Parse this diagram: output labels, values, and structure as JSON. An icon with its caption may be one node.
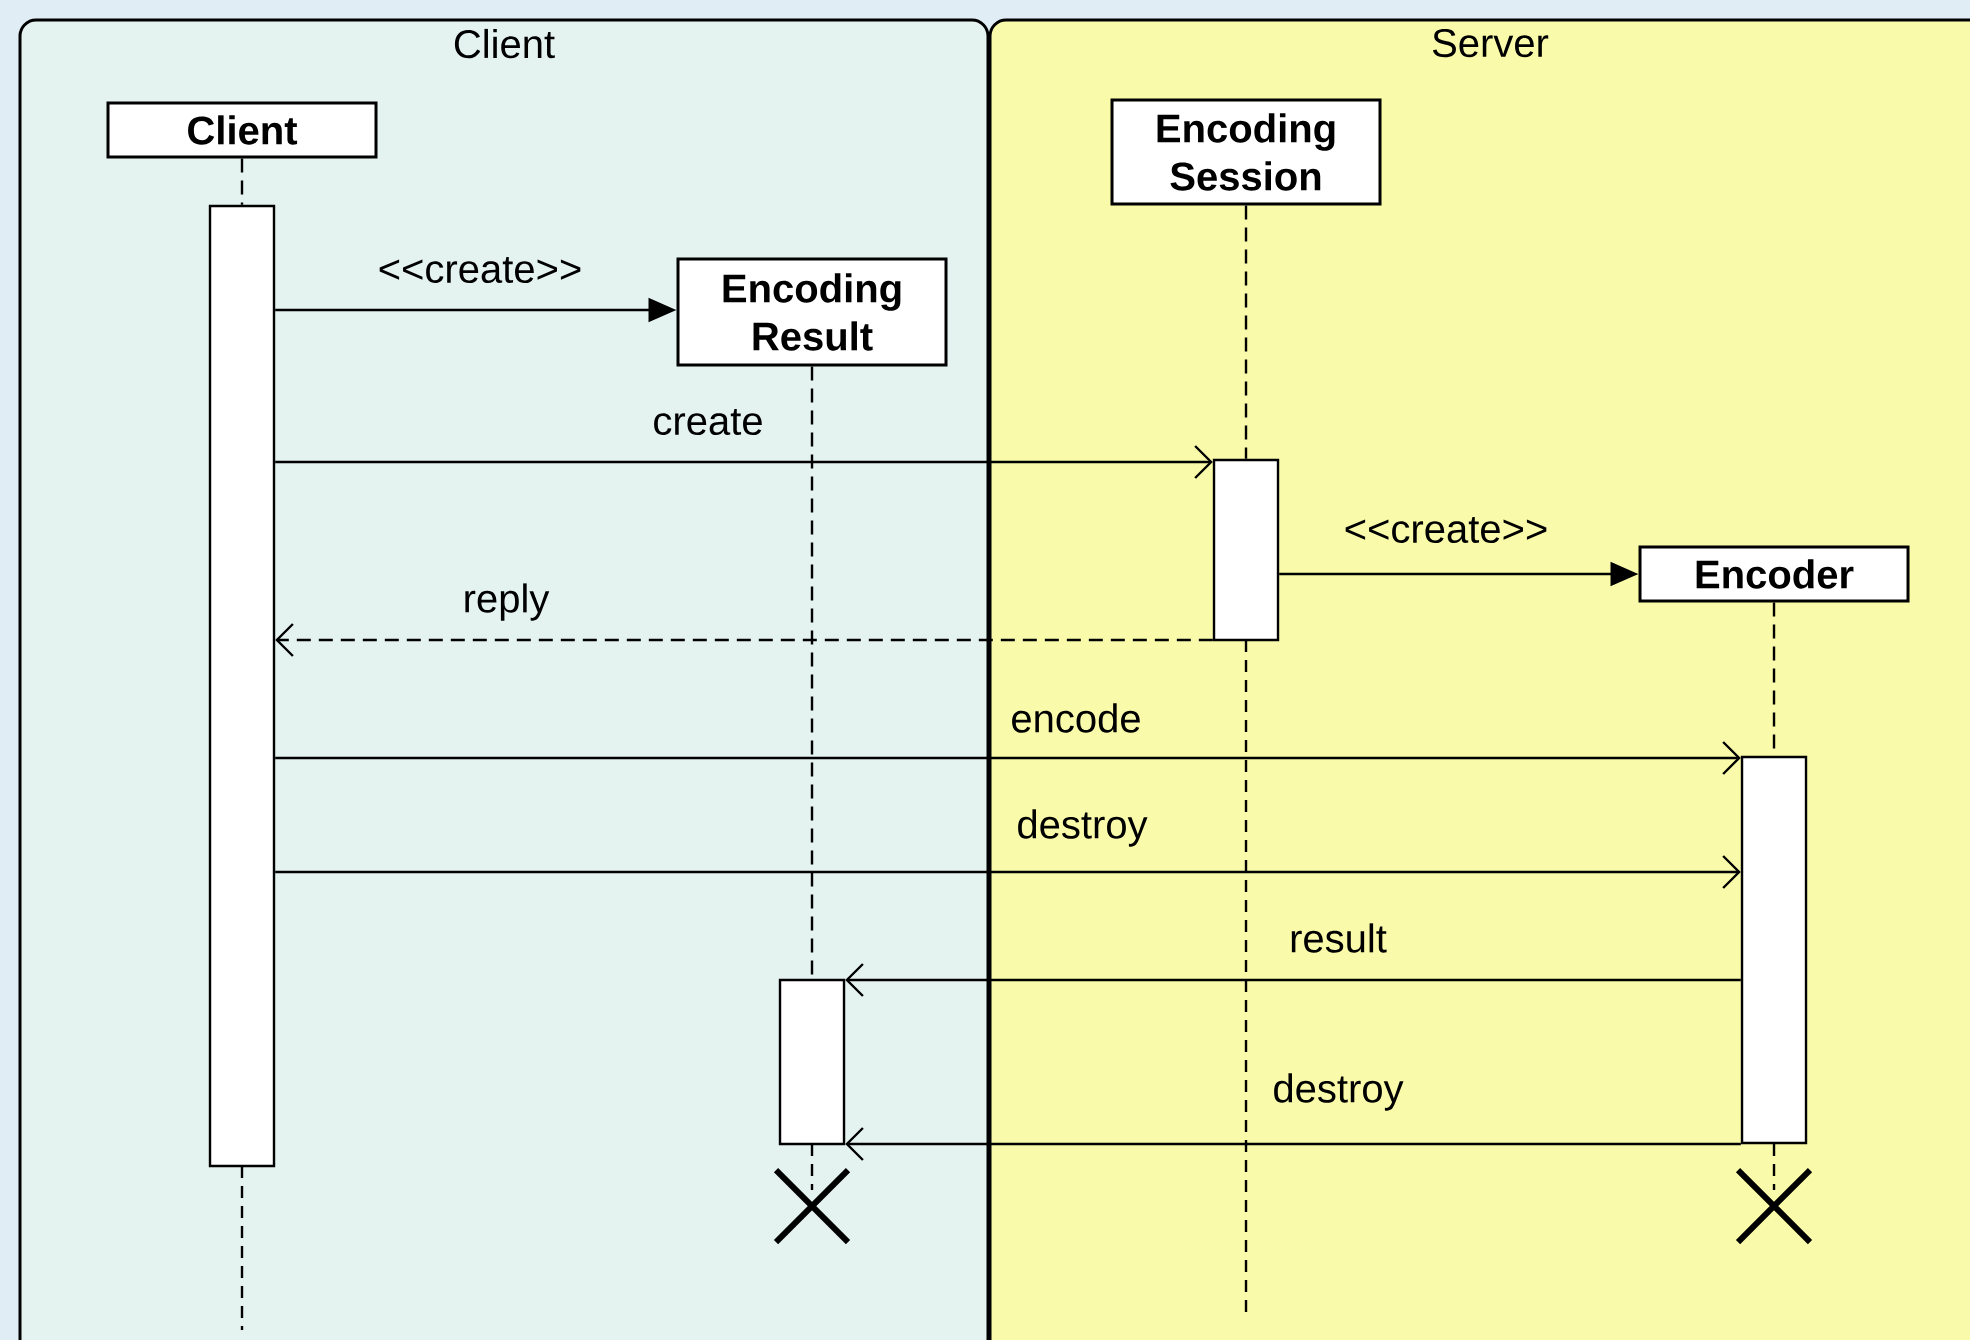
{
  "diagram": {
    "nodes": [
      {
        "text": [
          "Client"
        ]
      },
      {
        "text": [
          "Server"
        ]
      },
      {
        "text": [
          "Client"
        ],
        "in": 0
      },
      {
        "text": [
          "Encoding Result"
        ],
        "in": 0
      },
      {
        "text": [
          "Encoding Session"
        ],
        "in": 1
      },
      {
        "text": [
          "Encoder"
        ],
        "in": 1
      },
      {
        "text": [],
        "shape": "bar",
        "in": 0
      },
      {
        "text": [],
        "shape": "bar",
        "in": 0
      },
      {
        "text": [],
        "shape": "bar",
        "in": 1
      },
      {
        "text": [],
        "shape": "bar",
        "in": 1
      }
    ],
    "edges": [
      {
        "from": 2,
        "to": 6,
        "arrow": "none",
        "style": "dashed"
      },
      {
        "from": 3,
        "to": 7,
        "arrow": "none",
        "style": "dashed"
      },
      {
        "from": 4,
        "to": 8,
        "arrow": "none",
        "style": "dashed"
      },
      {
        "from": 5,
        "to": 9,
        "arrow": "none",
        "style": "dashed"
      },
      {
        "from": 6,
        "to": 3,
        "arrow": "to",
        "label": "<<create>>"
      },
      {
        "from": 6,
        "to": 8,
        "arrow": "to",
        "label": "create"
      },
      {
        "from": 8,
        "to": 5,
        "arrow": "to",
        "label": "<<create>>"
      },
      {
        "from": 8,
        "to": 6,
        "arrow": "to",
        "label": "reply",
        "style": "dashed"
      },
      {
        "from": 6,
        "to": 9,
        "arrow": "to",
        "label": "encode"
      },
      {
        "from": 6,
        "to": 9,
        "arrow": "to",
        "label": "destroy"
      },
      {
        "from": 9,
        "to": 7,
        "arrow": "to",
        "label": "result"
      },
      {
        "from": 9,
        "to": 7,
        "arrow": "to",
        "label": "destroy"
      }
    ]
  }
}
